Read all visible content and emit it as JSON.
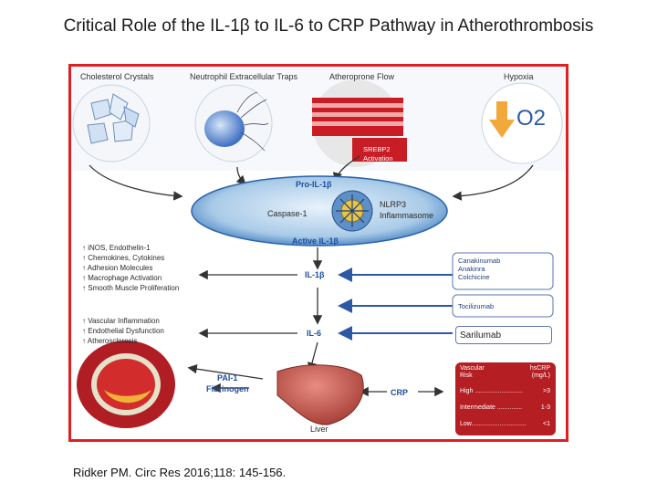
{
  "title": "Critical Role of the IL-1β to IL-6 to CRP Pathway in Atherothrombosis",
  "citation": "Ridker PM. Circ Res 2016;118: 145-156.",
  "triggers": {
    "cholesterol": "Cholesterol Crystals",
    "net": "Neutrophil Extracellular Traps",
    "flow": "Atheroprone Flow",
    "hypoxia": "Hypoxia",
    "o2": "O2",
    "srebp_1": "SREBP2",
    "srebp_2": "Activation"
  },
  "inflammasome": {
    "pro_il1b": "Pro-IL-1β",
    "caspase": "Caspase-1",
    "nlrp3_1": "NLRP3",
    "nlrp3_2": "Inflammasome",
    "active_il1b": "Active IL-1β"
  },
  "pathway": {
    "il1b": "IL-1β",
    "il6": "IL-6",
    "pai_1": "PAI-1",
    "fibrinogen": "Fibrinogen",
    "crp": "CRP",
    "liver": "Liver"
  },
  "effects_il1b": [
    "iNOS, Endothelin-1",
    "Chemokines, Cytokines",
    "Adhesion Molecules",
    "Macrophage Activation",
    "Smooth Muscle Proliferation"
  ],
  "effects_il6": [
    "Vascular Inflammation",
    "Endothelial Dysfunction",
    "Atherosclerosis"
  ],
  "drugs": {
    "canakinumab": "Canakinumab",
    "anakinra": "Anakinra",
    "colchicine": "Colchicine",
    "tocilizumab": "Tocilizumab",
    "sarilumab": "Sarilumab"
  },
  "risk_table": {
    "header_left_1": "Vascular",
    "header_left_2": "Risk",
    "header_right_1": "hsCRP",
    "header_right_2": "(mg/L)",
    "rows": [
      {
        "label": "High ...........................",
        "value": ">3"
      },
      {
        "label": "Intermediate ..............",
        "value": "1-3"
      },
      {
        "label": "Low...............................",
        "value": "<1"
      }
    ]
  },
  "colors": {
    "frame": "#e02020",
    "pathway_blue": "#1f4ea0",
    "risk_red": "#b51e22"
  }
}
